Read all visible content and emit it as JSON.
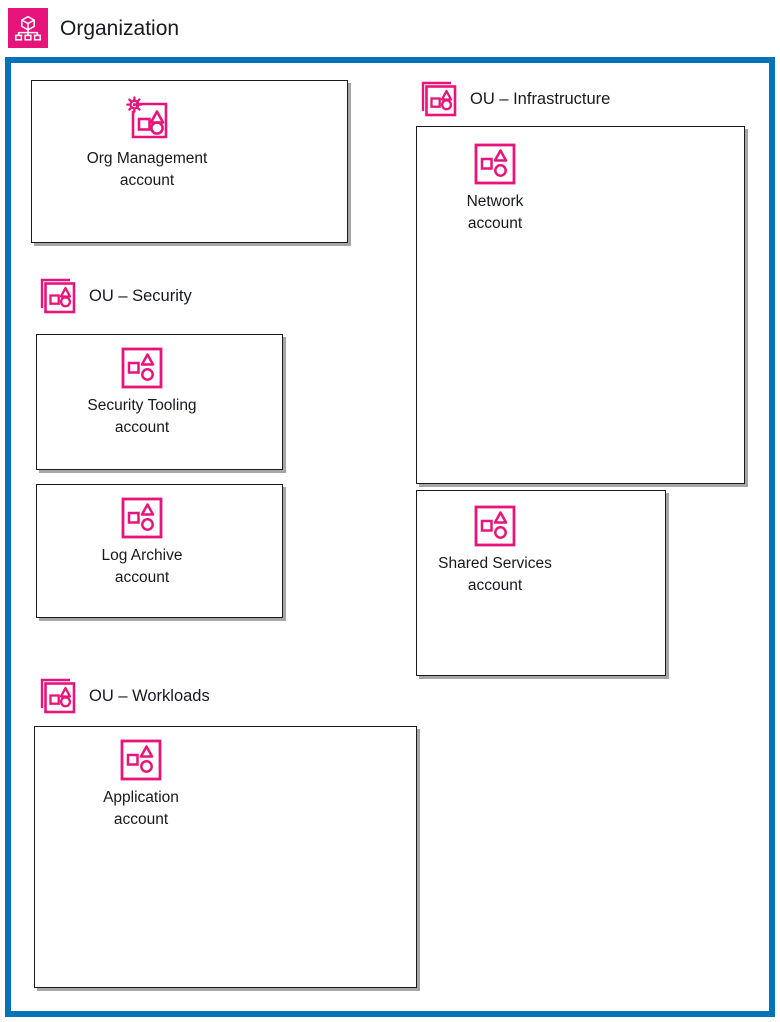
{
  "header": {
    "title": "Organization",
    "icon": "organization-icon",
    "badge_color": "#E7157B"
  },
  "colors": {
    "accent_pink": "#E7157B",
    "frame_blue": "#0073bb",
    "box_border": "#1b1b1b",
    "box_shadow": "#a6a6a6",
    "text": "#16191f",
    "background": "#ffffff"
  },
  "diagram": {
    "type": "aws-organizations-structure",
    "root": "Organization",
    "accounts_at_root": [
      {
        "id": "org-management",
        "name_line1": "Org Management",
        "name_line2": "account",
        "icon": "management-account-icon"
      }
    ],
    "organizational_units": [
      {
        "id": "ou-security",
        "label": "OU – Security",
        "icon": "ou-icon",
        "accounts": [
          {
            "id": "security-tooling",
            "name_line1": "Security Tooling",
            "name_line2": "account",
            "icon": "account-icon"
          },
          {
            "id": "log-archive",
            "name_line1": "Log Archive",
            "name_line2": "account",
            "icon": "account-icon"
          }
        ]
      },
      {
        "id": "ou-infrastructure",
        "label": "OU – Infrastructure",
        "icon": "ou-icon",
        "accounts": [
          {
            "id": "network",
            "name_line1": "Network",
            "name_line2": "account",
            "icon": "account-icon"
          },
          {
            "id": "shared-services",
            "name_line1": "Shared Services",
            "name_line2": "account",
            "icon": "account-icon"
          }
        ]
      },
      {
        "id": "ou-workloads",
        "label": "OU – Workloads",
        "icon": "ou-icon",
        "accounts": [
          {
            "id": "application",
            "name_line1": "Application",
            "name_line2": "account",
            "icon": "account-icon"
          }
        ]
      }
    ]
  }
}
